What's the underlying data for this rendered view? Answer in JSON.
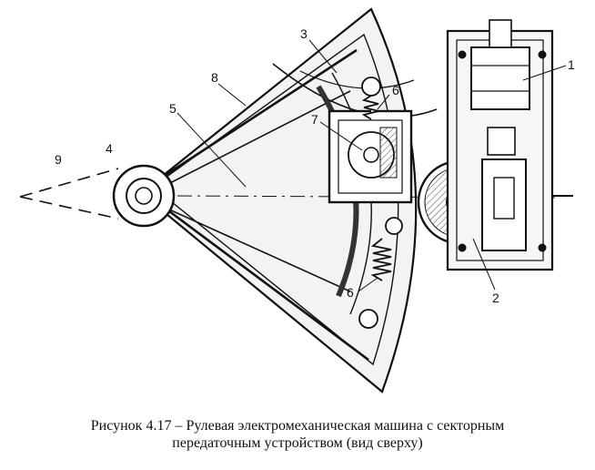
{
  "figure": {
    "callouts": [
      "1",
      "2",
      "3",
      "4",
      "5",
      "6",
      "6",
      "7",
      "8",
      "9"
    ]
  },
  "caption": {
    "line1": "Рисунок 4.17 – Рулевая электромеханическая машина с секторным",
    "line2": "передаточным устройством (вид сверху)"
  }
}
